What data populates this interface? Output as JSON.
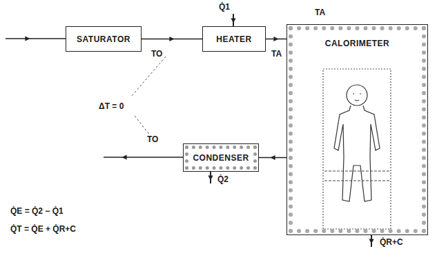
{
  "diagram": {
    "nodes": [
      {
        "text": [
          "SATURATOR"
        ]
      },
      {
        "text": [
          "HEATER"
        ]
      },
      {
        "text": [
          "CALORIMETER"
        ]
      },
      {
        "text": [
          "CONDENSER"
        ]
      }
    ],
    "edges": [
      {
        "from": 0,
        "to": 1,
        "arrow": "to"
      },
      {
        "from": 1,
        "to": 2,
        "arrow": "to"
      },
      {
        "from": 2,
        "to": 3,
        "arrow": "to"
      }
    ],
    "labels": [
      "TO",
      "Q̇1",
      "TA",
      "TA",
      "ΔT = 0",
      "TO",
      "Q̇2",
      "Q̇R+C",
      "Q̇E = Q̇2 − Q̇1",
      "Q̇T = Q̇E + Q̇R+C"
    ]
  }
}
